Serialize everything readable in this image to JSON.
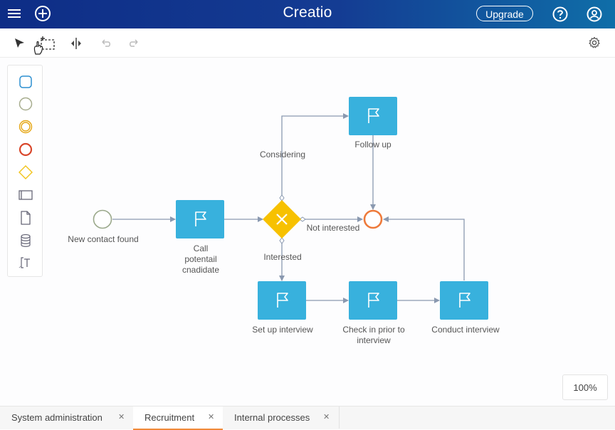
{
  "header": {
    "brand": "Creatio",
    "upgrade_label": "Upgrade",
    "menu_icon": "hamburger-icon",
    "add_icon": "plus-circle-icon",
    "help_icon": "question-icon",
    "profile_icon": "user-icon"
  },
  "toolbar": {
    "tools": [
      "pointer-icon",
      "lasso-select-icon",
      "space-tool-icon",
      "undo-icon",
      "redo-icon"
    ],
    "settings_icon": "gear-icon"
  },
  "palette": {
    "items": [
      "task-icon",
      "start-event-icon",
      "intermediate-event-icon",
      "end-event-icon",
      "gateway-icon",
      "lane-icon",
      "data-object-icon",
      "data-store-icon",
      "annotation-icon"
    ]
  },
  "diagram": {
    "nodes": {
      "start": "New contact found",
      "call": "Call\npotentail\ncnadidate",
      "follow": "Follow up",
      "setup": "Set up interview",
      "check": "Check in prior to\ninterview",
      "conduct": "Conduct interview"
    },
    "edges": {
      "considering": "Considering",
      "not_interested": "Not interested",
      "interested": "Interested"
    },
    "colors": {
      "task": "#38b1dd",
      "gateway": "#f7c100",
      "start": "#9aa88a",
      "end": "#ee7a3a",
      "connector": "#8a99b0"
    }
  },
  "zoom": "100%",
  "tabs": [
    {
      "label": "System administration",
      "active": false
    },
    {
      "label": "Recruitment",
      "active": true
    },
    {
      "label": "Internal processes",
      "active": false
    }
  ]
}
